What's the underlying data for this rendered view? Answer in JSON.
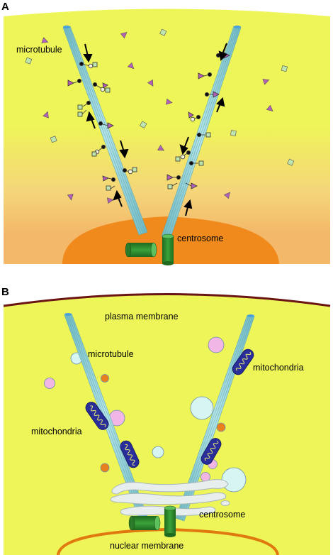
{
  "panel_a": {
    "letter": "A",
    "labels": {
      "microtubule": "microtubule",
      "centrosome": "centrosome"
    },
    "colors": {
      "cytoplasm": "#eef558",
      "cytoplasm_lower": "#f3b86a",
      "centrosome_region": "#f08a1c",
      "microtubule": "#8ecfd6",
      "centriole": "#2f8a2f",
      "protein_triangle": "#b460b8",
      "protein_square": "#bfe6b0",
      "arrow": "#000000"
    }
  },
  "panel_b": {
    "letter": "B",
    "labels": {
      "plasma_membrane": "plasma membrane",
      "microtubule": "microtubule",
      "mitochondria_right": "mitochondria",
      "mitochondria_left": "mitochondria",
      "centrosome": "centrosome",
      "nuclear_membrane": "nuclear membrane"
    },
    "colors": {
      "cytoplasm": "#eef558",
      "plasma_membrane": "#6b1414",
      "nuclear_membrane": "#e07a10",
      "microtubule": "#8ecfd6",
      "mitochondria": "#2a2e9a",
      "vesicle_pink": "#f2b6e6",
      "vesicle_cyan": "#d6f5f3",
      "vesicle_orange": "#e8801e",
      "golgi": "#e8eeee",
      "centriole": "#2f8a2f"
    }
  }
}
